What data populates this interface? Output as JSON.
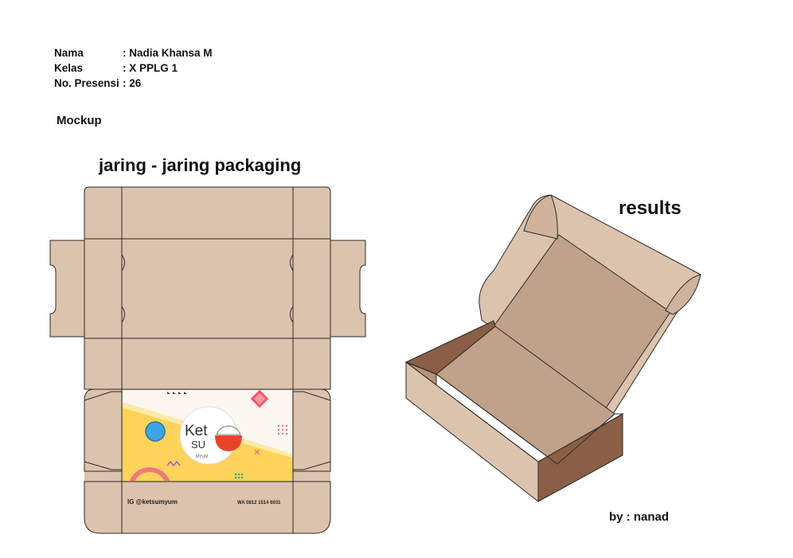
{
  "student": {
    "name_label": "Nama",
    "name_value": ": Nadia Khansa M",
    "class_label": "Kelas",
    "class_value": ": X PPLG 1",
    "attendance_label": "No. Presensi",
    "attendance_value": ": 26"
  },
  "section_label": "Mockup",
  "net_title": "jaring - jaring packaging",
  "results_title": "results",
  "credit": "by : nanad",
  "print": {
    "brand_ket": "Ket",
    "brand_su": "SU",
    "brand_yum": "MYUM",
    "instagram": "IG @ketsumyum",
    "whatsapp": "WA 0812 1514 6031"
  },
  "colors": {
    "cardboard": "#dcc3ad",
    "cardboard_inner": "#c0a28a",
    "cardboard_shadow": "#8b5f45",
    "print_yellow": "#fdd35a",
    "outline": "#2a2a2a"
  }
}
